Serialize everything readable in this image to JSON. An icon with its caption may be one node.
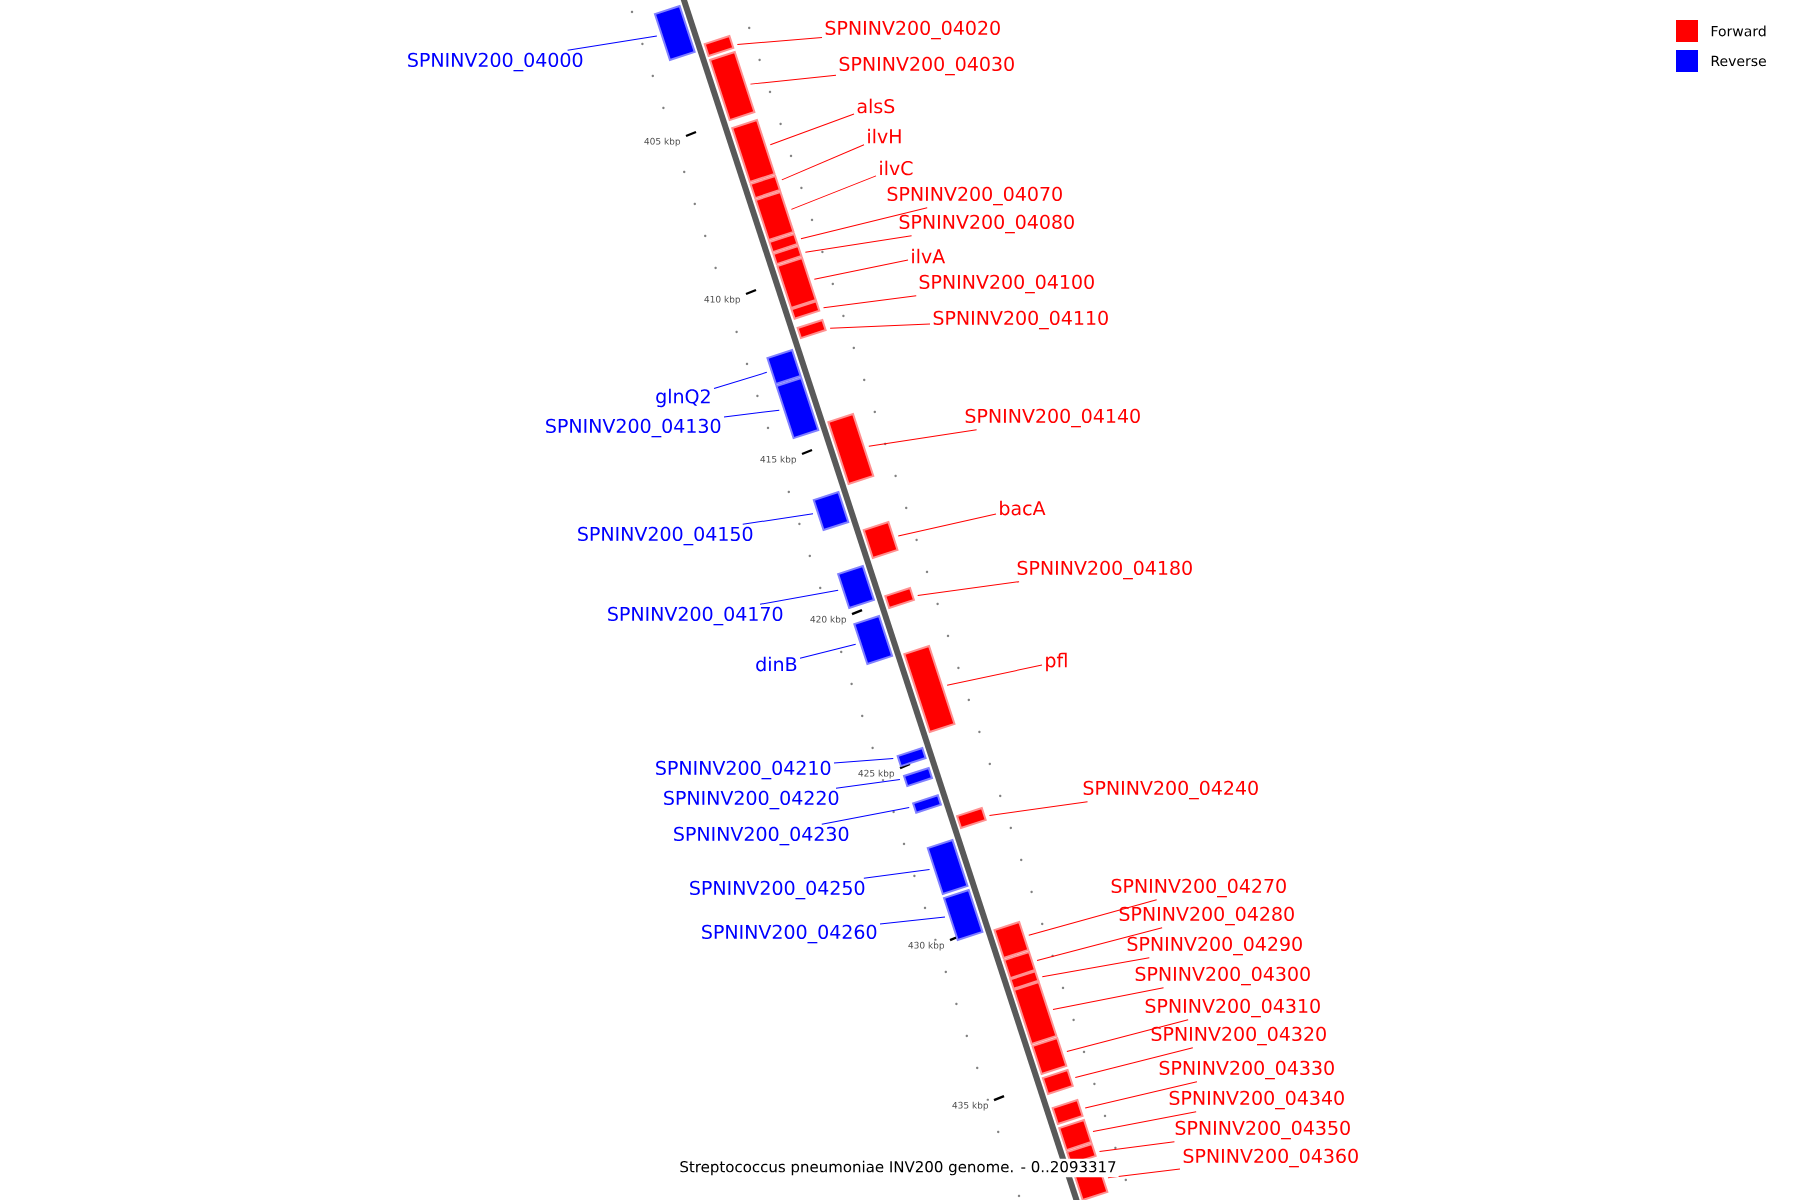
{
  "diagram": {
    "caption": "Streptococcus pneumoniae INV200 genome. - 0..2093317",
    "nodes": [
      {
        "text": [
          "SPNINV200_04000"
        ]
      },
      {
        "text": [],
        "shape": "box"
      },
      {
        "text": [
          "SPNINV200_04020"
        ]
      },
      {
        "text": [],
        "shape": "box"
      },
      {
        "text": [
          "SPNINV200_04030"
        ]
      },
      {
        "text": [],
        "shape": "box"
      },
      {
        "text": [
          "alsS"
        ]
      },
      {
        "text": [],
        "shape": "box"
      },
      {
        "text": [
          "ilvH"
        ]
      },
      {
        "text": [],
        "shape": "box"
      },
      {
        "text": [
          "ilvC"
        ]
      },
      {
        "text": [],
        "shape": "box"
      },
      {
        "text": [
          "SPNINV200_04070"
        ]
      },
      {
        "text": [],
        "shape": "box"
      },
      {
        "text": [
          "SPNINV200_04080"
        ]
      },
      {
        "text": [],
        "shape": "box"
      },
      {
        "text": [
          "ilvA"
        ]
      },
      {
        "text": [],
        "shape": "box"
      },
      {
        "text": [
          "SPNINV200_04100"
        ]
      },
      {
        "text": [],
        "shape": "box"
      },
      {
        "text": [
          "SPNINV200_04110"
        ]
      },
      {
        "text": [],
        "shape": "box"
      },
      {
        "text": [
          "glnQ2"
        ]
      },
      {
        "text": [],
        "shape": "box"
      },
      {
        "text": [
          "SPNINV200_04130"
        ]
      },
      {
        "text": [],
        "shape": "box"
      },
      {
        "text": [
          "SPNINV200_04140"
        ]
      },
      {
        "text": [],
        "shape": "box"
      },
      {
        "text": [
          "SPNINV200_04150"
        ]
      },
      {
        "text": [],
        "shape": "box"
      },
      {
        "text": [
          "bacA"
        ]
      },
      {
        "text": [],
        "shape": "box"
      },
      {
        "text": [
          "SPNINV200_04170"
        ]
      },
      {
        "text": [],
        "shape": "box"
      },
      {
        "text": [
          "SPNINV200_04180"
        ]
      },
      {
        "text": [],
        "shape": "box"
      },
      {
        "text": [
          "dinB"
        ]
      },
      {
        "text": [],
        "shape": "box"
      },
      {
        "text": [
          "pfl"
        ]
      },
      {
        "text": [],
        "shape": "box"
      },
      {
        "text": [
          "SPNINV200_04210"
        ]
      },
      {
        "text": [],
        "shape": "box"
      },
      {
        "text": [
          "SPNINV200_04220"
        ]
      },
      {
        "text": [],
        "shape": "box"
      },
      {
        "text": [
          "SPNINV200_04230"
        ]
      },
      {
        "text": [],
        "shape": "box"
      },
      {
        "text": [
          "SPNINV200_04240"
        ]
      },
      {
        "text": [],
        "shape": "box"
      },
      {
        "text": [
          "SPNINV200_04250"
        ]
      },
      {
        "text": [],
        "shape": "box"
      },
      {
        "text": [
          "SPNINV200_04260"
        ]
      },
      {
        "text": [],
        "shape": "box"
      },
      {
        "text": [
          "SPNINV200_04270"
        ]
      },
      {
        "text": [],
        "shape": "box"
      },
      {
        "text": [
          "SPNINV200_04280"
        ]
      },
      {
        "text": [],
        "shape": "box"
      },
      {
        "text": [
          "SPNINV200_04290"
        ]
      },
      {
        "text": [],
        "shape": "box"
      },
      {
        "text": [
          "SPNINV200_04300"
        ]
      },
      {
        "text": [],
        "shape": "box"
      },
      {
        "text": [
          "SPNINV200_04310"
        ]
      },
      {
        "text": [],
        "shape": "box"
      },
      {
        "text": [
          "SPNINV200_04320"
        ]
      },
      {
        "text": [],
        "shape": "box"
      },
      {
        "text": [
          "SPNINV200_04330"
        ]
      },
      {
        "text": [],
        "shape": "box"
      },
      {
        "text": [
          "SPNINV200_04340"
        ]
      },
      {
        "text": [],
        "shape": "box"
      },
      {
        "text": [
          "SPNINV200_04350"
        ]
      },
      {
        "text": [],
        "shape": "box"
      },
      {
        "text": [
          "SPNINV200_04360"
        ]
      },
      {
        "text": [],
        "shape": "box"
      }
    ],
    "edges": [
      {
        "from": 0,
        "to": 1,
        "arrow": "none",
        "color": "#0000ff"
      },
      {
        "from": 2,
        "to": 3,
        "arrow": "none"
      },
      {
        "from": 4,
        "to": 5,
        "arrow": "none"
      },
      {
        "from": 6,
        "to": 7,
        "arrow": "none"
      },
      {
        "from": 8,
        "to": 9,
        "arrow": "none"
      },
      {
        "from": 10,
        "to": 11,
        "arrow": "none"
      },
      {
        "from": 12,
        "to": 13,
        "arrow": "none"
      },
      {
        "from": 14,
        "to": 15,
        "arrow": "none"
      },
      {
        "from": 16,
        "to": 17,
        "arrow": "none"
      },
      {
        "from": 18,
        "to": 19,
        "arrow": "none"
      },
      {
        "from": 20,
        "to": 21,
        "arrow": "none"
      },
      {
        "from": 22,
        "to": 23,
        "arrow": "none",
        "color": "#0000ff"
      },
      {
        "from": 24,
        "to": 25,
        "arrow": "none",
        "color": "#0000ff"
      },
      {
        "from": 26,
        "to": 27,
        "arrow": "none"
      },
      {
        "from": 28,
        "to": 29,
        "arrow": "none",
        "color": "#0000ff"
      },
      {
        "from": 30,
        "to": 31,
        "arrow": "none"
      },
      {
        "from": 32,
        "to": 33,
        "arrow": "none",
        "color": "#0000ff"
      },
      {
        "from": 34,
        "to": 35,
        "arrow": "none"
      },
      {
        "from": 36,
        "to": 37,
        "arrow": "none",
        "color": "#0000ff"
      },
      {
        "from": 38,
        "to": 39,
        "arrow": "none"
      },
      {
        "from": 40,
        "to": 41,
        "arrow": "none",
        "color": "#0000ff"
      },
      {
        "from": 42,
        "to": 43,
        "arrow": "none",
        "color": "#0000ff"
      },
      {
        "from": 44,
        "to": 45,
        "arrow": "none",
        "color": "#0000ff"
      },
      {
        "from": 46,
        "to": 47,
        "arrow": "none"
      },
      {
        "from": 48,
        "to": 49,
        "arrow": "none",
        "color": "#0000ff"
      },
      {
        "from": 50,
        "to": 51,
        "arrow": "none",
        "color": "#0000ff"
      },
      {
        "from": 52,
        "to": 53,
        "arrow": "none"
      },
      {
        "from": 54,
        "to": 55,
        "arrow": "none"
      },
      {
        "from": 56,
        "to": 57,
        "arrow": "none"
      },
      {
        "from": 58,
        "to": 59,
        "arrow": "none"
      },
      {
        "from": 60,
        "to": 61,
        "arrow": "none"
      },
      {
        "from": 62,
        "to": 63,
        "arrow": "none"
      },
      {
        "from": 64,
        "to": 65,
        "arrow": "none"
      },
      {
        "from": 66,
        "to": 67,
        "arrow": "none"
      },
      {
        "from": 68,
        "to": 69,
        "arrow": "none"
      },
      {
        "from": 70,
        "to": 71,
        "arrow": "none"
      }
    ],
    "labels": [
      "405 kbp",
      "410 kbp",
      "415 kbp",
      "420 kbp",
      "425 kbp",
      "430 kbp",
      "435 kbp"
    ],
    "legend": [
      {
        "text": "Forward",
        "color": "#ff0000"
      },
      {
        "text": "Reverse",
        "color": "#0000ff"
      }
    ]
  }
}
